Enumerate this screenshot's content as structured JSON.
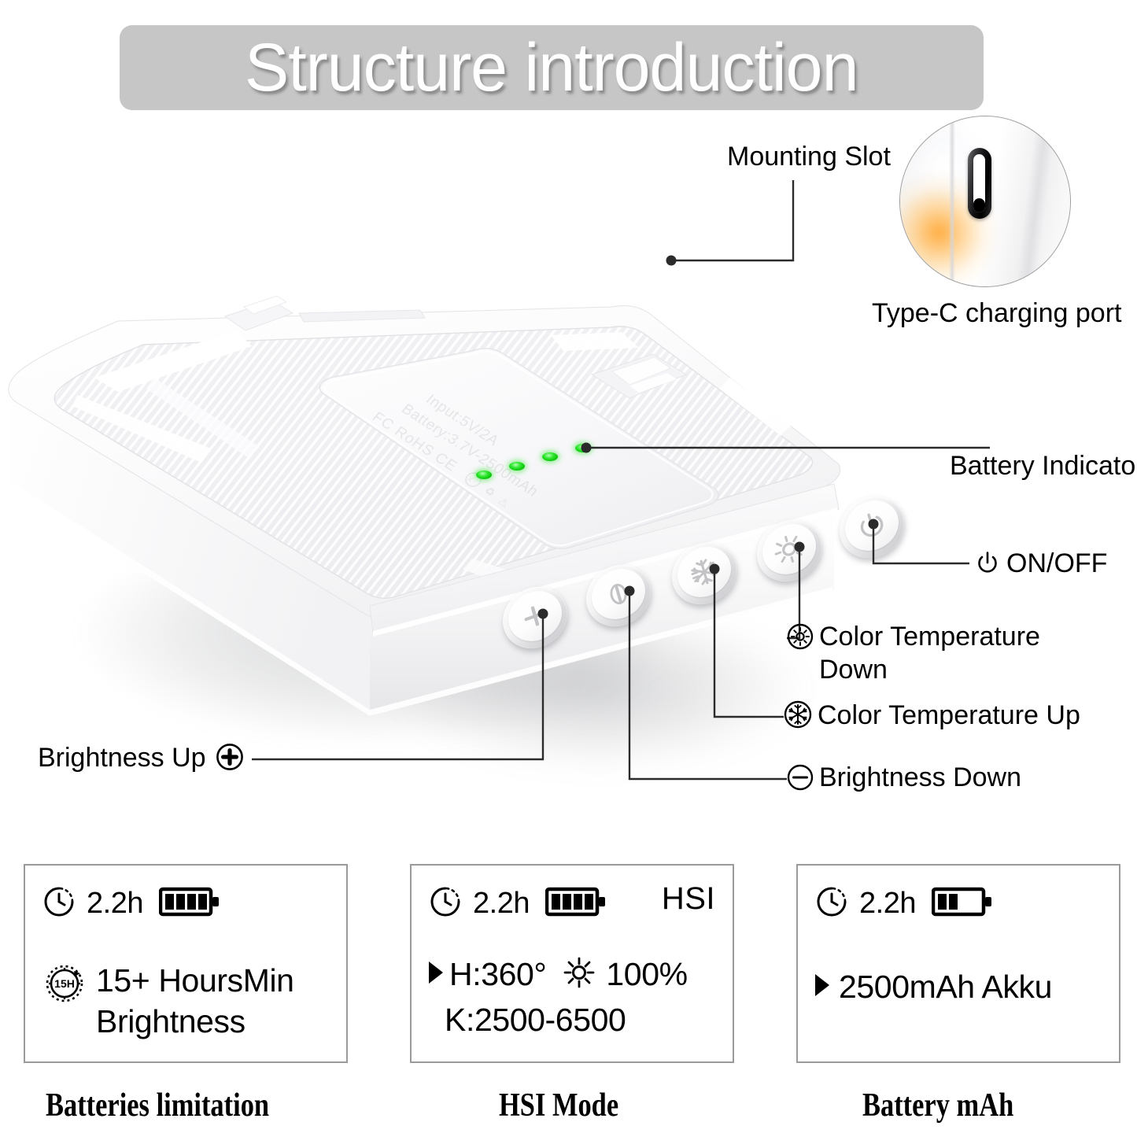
{
  "header": {
    "title": "Structure introduction"
  },
  "product": {
    "engraved_text": [
      "Input:5V/2A",
      "Battery:3.7V-2500mAh",
      "FC RoHS CE"
    ],
    "led_count": 4,
    "led_color": "#24e024",
    "buttons": [
      {
        "name": "brightness-up",
        "glyph": "plus"
      },
      {
        "name": "brightness-down",
        "glyph": "bar"
      },
      {
        "name": "color-temp-up",
        "glyph": "snowflake"
      },
      {
        "name": "color-temp-down",
        "glyph": "sun"
      },
      {
        "name": "power",
        "glyph": "power"
      }
    ]
  },
  "callouts": {
    "mounting_slot": {
      "label": "Mounting Slot",
      "icon": "none"
    },
    "type_c": {
      "label": "Type-C charging port",
      "icon": "usb-c-port"
    },
    "battery_indicator": {
      "label": "Battery Indicator",
      "icon": "none"
    },
    "on_off": {
      "label": "ON/OFF",
      "icon": "power-icon"
    },
    "color_temp_down": {
      "label": "Color Temperature",
      "label2": "Down",
      "icon": "sun-circle-icon"
    },
    "color_temp_up": {
      "label": "Color Temperature Up",
      "icon": "snowflake-circle-icon"
    },
    "brightness_down": {
      "label": "Brightness Down",
      "icon": "minus-circle-icon"
    },
    "brightness_up": {
      "label": "Brightness Up",
      "icon": "plus-circle-icon"
    }
  },
  "cards": [
    {
      "id": "batteries-limitation",
      "time": "2.2h",
      "battery_bars": 4,
      "mode": "",
      "lines": [
        "15+ HoursMin",
        "Brightness"
      ],
      "badge": "15H",
      "caption": "Batteries limitation"
    },
    {
      "id": "hsi-mode",
      "time": "2.2h",
      "battery_bars": 4,
      "mode": "HSI",
      "lines": [
        "H:360°",
        "100%",
        "K:2500-6500"
      ],
      "caption": "HSI Mode"
    },
    {
      "id": "battery-mah",
      "time": "2.2h",
      "battery_bars": 2,
      "mode": "",
      "lines": [
        "2500mAh Akku"
      ],
      "caption": "Battery mAh"
    }
  ],
  "colors": {
    "banner_bg": "#c6c6c6",
    "banner_text": "#ffffff",
    "led_green": "#24e024",
    "line": "#2b2b2b",
    "card_border": "#9a9a9a",
    "glow_warm": "#ffa836"
  }
}
